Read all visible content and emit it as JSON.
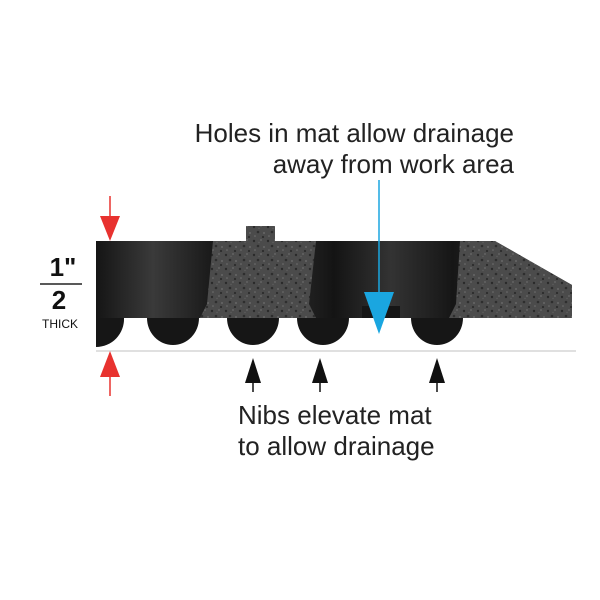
{
  "annotations": {
    "holes_line1": "Holes in mat allow drainage",
    "holes_line2": "away from work area",
    "nibs_line1": "Nibs elevate mat",
    "nibs_line2": "to allow drainage"
  },
  "thickness": {
    "numerator": "1\"",
    "denominator": "2",
    "unit": "THICK"
  },
  "colors": {
    "mat": "#161616",
    "mat_gradient_light": "#3a3a3a",
    "texture": "#4a4a4a",
    "red_arrow": "#e8322f",
    "blue_arrow": "#1aa6e0",
    "black_arrow": "#111111",
    "ground_line": "#d6d6d6"
  }
}
